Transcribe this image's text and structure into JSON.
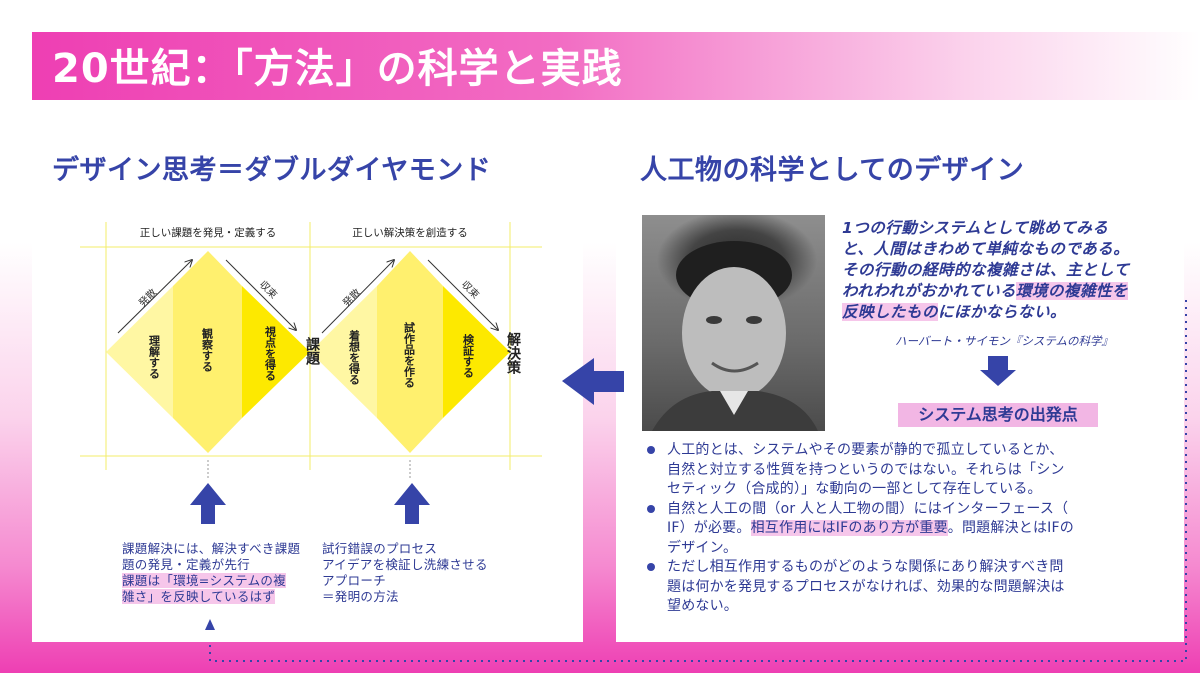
{
  "title": "20世紀：「方法」の科学と実践",
  "left": {
    "heading": "デザイン思考＝ダブルダイヤモンド",
    "diagram": {
      "top_labels": [
        "正しい課題を発見・定義する",
        "正しい解決策を創造する"
      ],
      "diverge_label": "発散",
      "converge_label": "収束",
      "diamond1_phases": [
        "理解する",
        "観察する",
        "視点を得る"
      ],
      "diamond2_phases": [
        "着想を得る",
        "試作品を作る",
        "検証する"
      ],
      "problem_label": "課題",
      "solution_label": "解決策"
    },
    "caption1": [
      "課題解決には、解決すべき課題",
      "題の発見・定義が先行"
    ],
    "caption1_hl": [
      "課題は「環境=システムの複",
      "雑さ」を反映しているはず"
    ],
    "caption2": [
      "試行錯誤のプロセス",
      "アイデアを検証し洗練させる",
      "アプローチ",
      "＝発明の方法"
    ]
  },
  "right": {
    "heading": "人工物の科学としてのデザイン",
    "photo_alt": "Herbert Simon portrait",
    "quote": {
      "l1": "1つの行動システムとして眺めてみる",
      "l2": "と、人間はきわめて単純なものである。",
      "l3": "その行動の経時的な複雑さは、主として",
      "l4_pre": "われわれがおかれている",
      "l4_hl": "環境の複雑性を",
      "l5_hl": "反映したもの",
      "l5_post": "にほかならない。"
    },
    "attribution": "ハーバート・サイモン『システムの科学』",
    "origin": "システム思考の出発点",
    "bullets": {
      "b1": [
        "人工的とは、システムやその要素が静的で孤立しているとか、",
        "自然と対立する性質を持つというのではない。それらは「シン",
        "セティック（合成的）」な動向の一部として存在している。"
      ],
      "b2_l1": "自然と人工の間（or 人と人工物の間）にはインターフェース（",
      "b2_l2_pre": "IF）が必要。",
      "b2_l2_hl": "相互作用にはIFのあり方が重要",
      "b2_l2_post": "。問題解決とはIFの",
      "b2_l3": "デザイン。",
      "b3": [
        "ただし相互作用するものがどのような関係にあり解決すべき問",
        "題は何かを発見するプロセスがなければ、効果的な問題解決は",
        "望めない。"
      ]
    }
  },
  "colors": {
    "accent_pink": "#ee3fb3",
    "navy": "#3644a8",
    "highlight": "#f6c6ea",
    "diamond_yellow": "#fff37a"
  }
}
